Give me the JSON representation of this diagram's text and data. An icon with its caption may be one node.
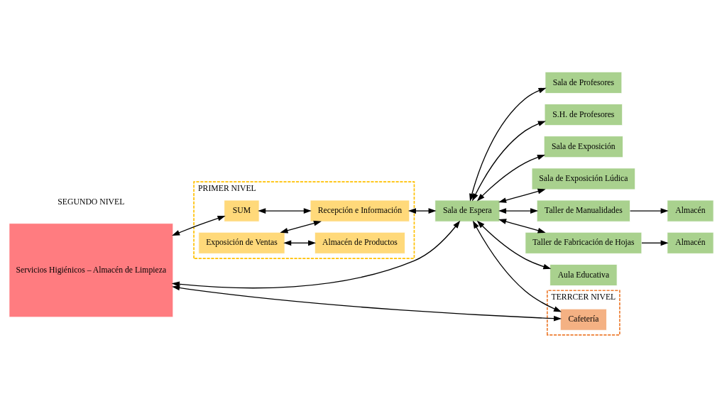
{
  "diagram": {
    "nodes": [
      {
        "text": [
          "PRIMER NIVEL"
        ]
      },
      {
        "text": [
          "Servicios Higiénicos – Almacén de Limpieza"
        ]
      },
      {
        "text": [
          "SUM"
        ],
        "in": 0
      },
      {
        "text": [
          "Exposición de Ventas"
        ],
        "in": 0
      },
      {
        "text": [
          "Almacén de Productos"
        ],
        "in": 0
      },
      {
        "text": [
          "Recepción e Información"
        ],
        "in": 0
      },
      {
        "text": [
          "Sala de Espera"
        ]
      },
      {
        "text": [
          "Sala de Profesores"
        ]
      },
      {
        "text": [
          "S.H. de Profesores"
        ]
      },
      {
        "text": [
          "Sala de Exposición"
        ]
      },
      {
        "text": [
          "Sala de Exposición Lúdica"
        ]
      },
      {
        "text": [
          "Taller de Manualidades"
        ]
      },
      {
        "text": [
          "Almacén"
        ]
      },
      {
        "text": [
          "Taller de Fabricación de Hojas"
        ]
      },
      {
        "text": [
          "Almacén"
        ]
      },
      {
        "text": [
          "Aula Educativa"
        ]
      },
      {
        "text": [
          "TERRCER NIVEL"
        ]
      },
      {
        "text": [
          "Cafetería"
        ],
        "in": 16
      }
    ],
    "edges": [
      {
        "from": 1,
        "to": 2,
        "arrow": "both"
      },
      {
        "from": 3,
        "to": 4,
        "arrow": "both"
      },
      {
        "from": 2,
        "to": 5,
        "arrow": "both"
      },
      {
        "from": 3,
        "to": 5,
        "arrow": "both"
      },
      {
        "from": 5,
        "to": 6,
        "arrow": "both"
      },
      {
        "from": 1,
        "to": 6,
        "arrow": "both"
      },
      {
        "from": 6,
        "to": 7,
        "arrow": "both"
      },
      {
        "from": 6,
        "to": 8,
        "arrow": "both"
      },
      {
        "from": 6,
        "to": 9,
        "arrow": "both"
      },
      {
        "from": 6,
        "to": 10,
        "arrow": "both"
      },
      {
        "from": 6,
        "to": 11,
        "arrow": "both"
      },
      {
        "from": 6,
        "to": 13,
        "arrow": "both"
      },
      {
        "from": 6,
        "to": 15,
        "arrow": "both"
      },
      {
        "from": 11,
        "to": 12,
        "arrow": "to"
      },
      {
        "from": 13,
        "to": 14,
        "arrow": "to"
      },
      {
        "from": 6,
        "to": 17,
        "arrow": "both"
      },
      {
        "from": 1,
        "to": 17,
        "arrow": "both"
      }
    ],
    "labels": [
      "SEGUNDO NIVEL"
    ]
  }
}
